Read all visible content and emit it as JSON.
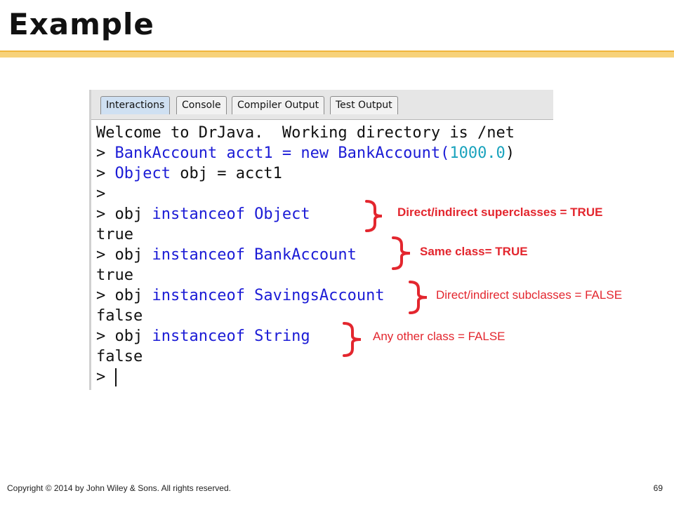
{
  "slide": {
    "title": "Example"
  },
  "window": {
    "tabs": [
      {
        "label": "Interactions",
        "active": true
      },
      {
        "label": "Console",
        "active": false
      },
      {
        "label": "Compiler Output",
        "active": false
      },
      {
        "label": "Test Output",
        "active": false
      }
    ]
  },
  "console": {
    "lines": [
      [
        {
          "t": "Welcome to DrJava.  Working directory is /net"
        }
      ],
      [
        {
          "t": "> "
        },
        {
          "t": "BankAccount acct1 = ",
          "c": "kw"
        },
        {
          "t": "new BankAccount(",
          "c": "kw"
        },
        {
          "t": "1000.0",
          "c": "num"
        },
        {
          "t": ")"
        }
      ],
      [
        {
          "t": "> "
        },
        {
          "t": "Object",
          "c": "kw"
        },
        {
          "t": " obj = acct1"
        }
      ],
      [
        {
          "t": ">"
        }
      ],
      [
        {
          "t": "> obj "
        },
        {
          "t": "instanceof Object",
          "c": "kw"
        }
      ],
      [
        {
          "t": "true"
        }
      ],
      [
        {
          "t": "> obj "
        },
        {
          "t": "instanceof BankAccount",
          "c": "kw"
        }
      ],
      [
        {
          "t": "true"
        }
      ],
      [
        {
          "t": "> obj "
        },
        {
          "t": "instanceof SavingsAccount",
          "c": "kw"
        }
      ],
      [
        {
          "t": "false"
        }
      ],
      [
        {
          "t": "> obj "
        },
        {
          "t": "instanceof String",
          "c": "kw"
        }
      ],
      [
        {
          "t": "false"
        }
      ],
      [
        {
          "t": "> ",
          "cursor": true
        }
      ]
    ]
  },
  "annotations": [
    {
      "text": "Direct/indirect superclasses = TRUE",
      "bold": true
    },
    {
      "text": "Same class= TRUE",
      "bold": true
    },
    {
      "text": "Direct/indirect subclasses = FALSE",
      "bold": false
    },
    {
      "text": "Any other class = FALSE",
      "bold": false
    }
  ],
  "footer": {
    "copyright": "Copyright © 2014 by John Wiley & Sons.  All rights reserved.",
    "page_number": "69"
  },
  "colors": {
    "accent_rule": "#f7d27a",
    "annotation": "#e3262e",
    "keyword": "#1b1bd6",
    "number": "#1aa3bd"
  }
}
